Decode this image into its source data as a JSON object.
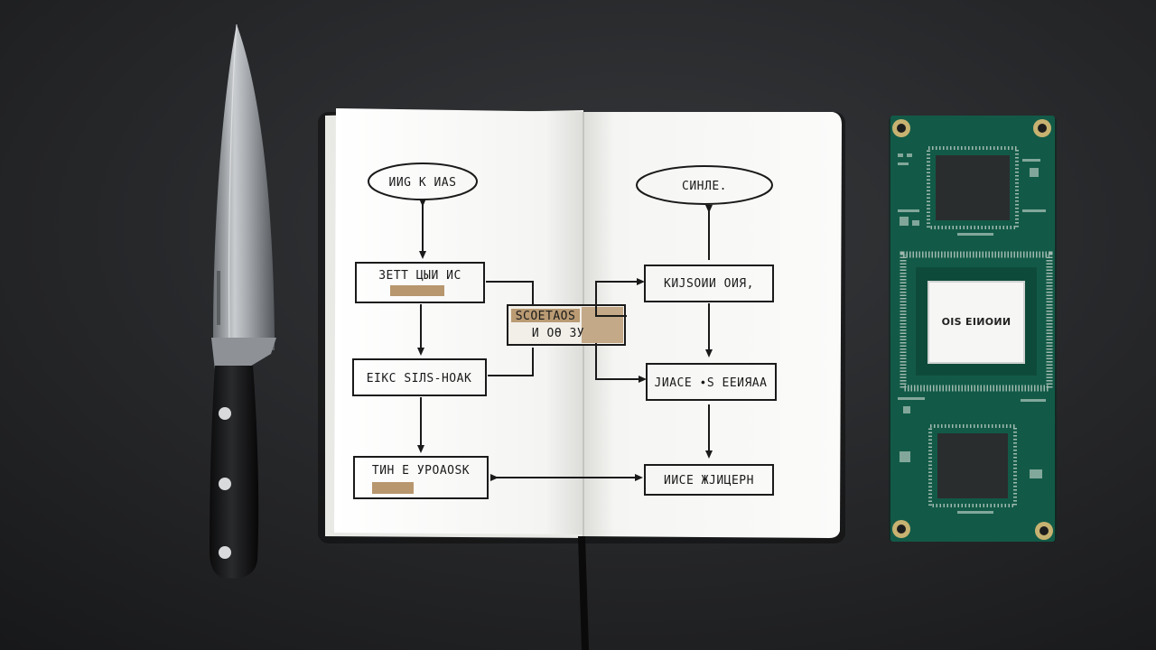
{
  "notebook": {
    "left_page": {
      "top_oval": "ИИG К ИАЅ",
      "box_1": "ЗЕТТ ЦЫИ ИС",
      "box_2": "ЕІКС ЅІЛЅ-НОАК",
      "box_3": "ТИН Е УРОАОЅК"
    },
    "right_page": {
      "top_oval": "СИНЛЕ.",
      "box_1": "КИЈЅОИИ ОИЯ,",
      "box_2": "ЈИАСЕ ∙Ѕ ЕЕИЯАА",
      "box_3": "ИИСЕ ЖЈИЦЕРН"
    },
    "center_tape": {
      "top": "ЅСОЕТАОЅ",
      "bottom": "И ОӨ   ЗУ"
    }
  },
  "circuit_board": {
    "chip_label": "ОІЅ ЕІИОИИ"
  },
  "colors": {
    "background": "#1c1d1f",
    "pcb": "#125a47",
    "tape": "#b08c5e",
    "paper": "#f7f7f5"
  }
}
